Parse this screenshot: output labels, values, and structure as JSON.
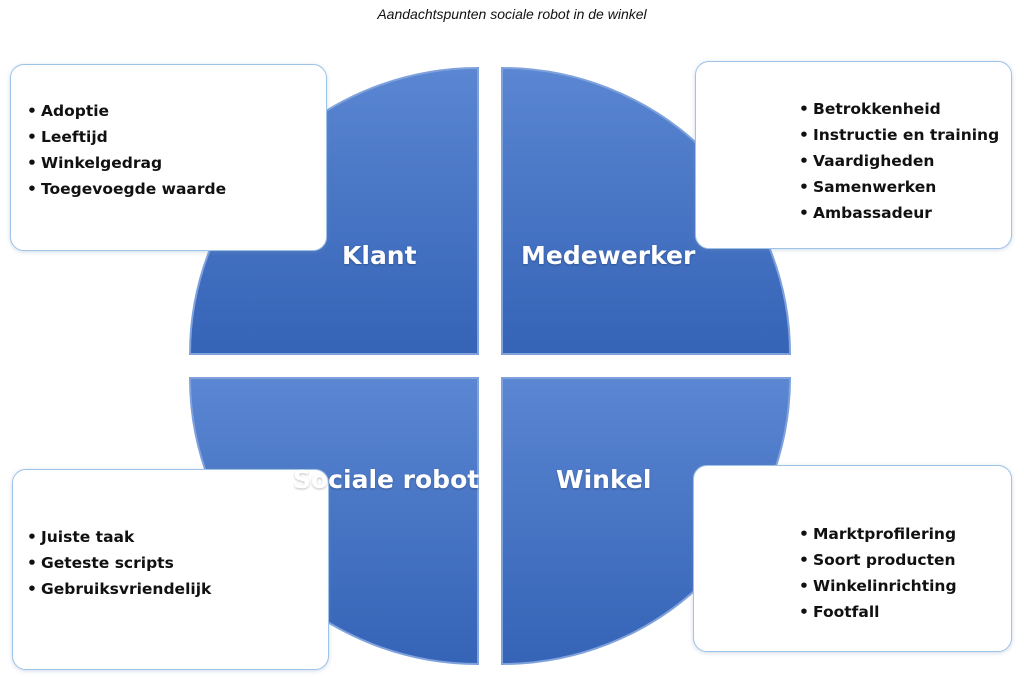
{
  "title": "Aandachtspunten sociale robot in de winkel",
  "quadrants": {
    "top_left": {
      "label": "Klant",
      "items": [
        "Adoptie",
        "Leeftijd",
        "Winkelgedrag",
        "Toegevoegde waarde"
      ]
    },
    "top_right": {
      "label": "Medewerker",
      "items": [
        "Betrokkenheid",
        "Instructie en training",
        "Vaardigheden",
        "Samenwerken",
        "Ambassadeur"
      ]
    },
    "bottom_left": {
      "label": "Sociale robot",
      "items": [
        "Juiste taak",
        "Geteste scripts",
        "Gebruiksvriendelijk"
      ]
    },
    "bottom_right": {
      "label": "Winkel",
      "items": [
        "Marktprofilering",
        "Soort producten",
        "Winkelinrichting",
        "Footfall"
      ]
    }
  },
  "colors": {
    "quadrant_fill": "#3e6dbd",
    "quadrant_edge": "#6a93d6",
    "box_border": "#9dc3e6"
  }
}
